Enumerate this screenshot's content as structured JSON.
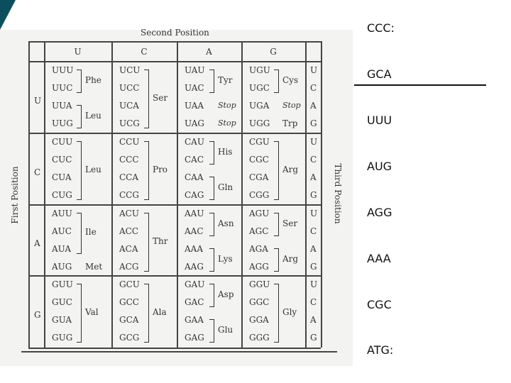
{
  "table": {
    "title": "Second Position",
    "first_label": "First Position",
    "third_label": "Third Position",
    "columns": [
      "U",
      "C",
      "A",
      "G"
    ],
    "rows": [
      "U",
      "C",
      "A",
      "G"
    ],
    "third_letters": [
      "U",
      "C",
      "A",
      "G"
    ],
    "cells": [
      [
        {
          "codons": [
            "UUU",
            "UUC",
            "UUA",
            "UUG"
          ],
          "aa": [
            {
              "name": "Phe",
              "span": [
                0,
                1
              ]
            },
            {
              "name": "Leu",
              "span": [
                2,
                3
              ]
            }
          ]
        },
        {
          "codons": [
            "UCU",
            "UCC",
            "UCA",
            "UCG"
          ],
          "aa": [
            {
              "name": "Ser",
              "span": [
                0,
                3
              ]
            }
          ]
        },
        {
          "codons": [
            "UAU",
            "UAC",
            "UAA",
            "UAG"
          ],
          "aa": [
            {
              "name": "Tyr",
              "span": [
                0,
                1
              ]
            },
            {
              "name": "Stop",
              "single": 2,
              "stop": true
            },
            {
              "name": "Stop",
              "single": 3,
              "stop": true
            }
          ]
        },
        {
          "codons": [
            "UGU",
            "UGC",
            "UGA",
            "UGG"
          ],
          "aa": [
            {
              "name": "Cys",
              "span": [
                0,
                1
              ]
            },
            {
              "name": "Stop",
              "single": 2,
              "stop": true
            },
            {
              "name": "Trp",
              "single": 3
            }
          ]
        }
      ],
      [
        {
          "codons": [
            "CUU",
            "CUC",
            "CUA",
            "CUG"
          ],
          "aa": [
            {
              "name": "Leu",
              "span": [
                0,
                3
              ]
            }
          ]
        },
        {
          "codons": [
            "CCU",
            "CCC",
            "CCA",
            "CCG"
          ],
          "aa": [
            {
              "name": "Pro",
              "span": [
                0,
                3
              ]
            }
          ]
        },
        {
          "codons": [
            "CAU",
            "CAC",
            "CAA",
            "CAG"
          ],
          "aa": [
            {
              "name": "His",
              "span": [
                0,
                1
              ]
            },
            {
              "name": "Gln",
              "span": [
                2,
                3
              ]
            }
          ]
        },
        {
          "codons": [
            "CGU",
            "CGC",
            "CGA",
            "CGG"
          ],
          "aa": [
            {
              "name": "Arg",
              "span": [
                0,
                3
              ]
            }
          ]
        }
      ],
      [
        {
          "codons": [
            "AUU",
            "AUC",
            "AUA",
            "AUG"
          ],
          "aa": [
            {
              "name": "Ile",
              "span": [
                0,
                2
              ]
            },
            {
              "name": "Met",
              "single": 3
            }
          ]
        },
        {
          "codons": [
            "ACU",
            "ACC",
            "ACA",
            "ACG"
          ],
          "aa": [
            {
              "name": "Thr",
              "span": [
                0,
                3
              ]
            }
          ]
        },
        {
          "codons": [
            "AAU",
            "AAC",
            "AAA",
            "AAG"
          ],
          "aa": [
            {
              "name": "Asn",
              "span": [
                0,
                1
              ]
            },
            {
              "name": "Lys",
              "span": [
                2,
                3
              ]
            }
          ]
        },
        {
          "codons": [
            "AGU",
            "AGC",
            "AGA",
            "AGG"
          ],
          "aa": [
            {
              "name": "Ser",
              "span": [
                0,
                1
              ]
            },
            {
              "name": "Arg",
              "span": [
                2,
                3
              ]
            }
          ]
        }
      ],
      [
        {
          "codons": [
            "GUU",
            "GUC",
            "GUA",
            "GUG"
          ],
          "aa": [
            {
              "name": "Val",
              "span": [
                0,
                3
              ]
            }
          ]
        },
        {
          "codons": [
            "GCU",
            "GCC",
            "GCA",
            "GCG"
          ],
          "aa": [
            {
              "name": "Ala",
              "span": [
                0,
                3
              ]
            }
          ]
        },
        {
          "codons": [
            "GAU",
            "GAC",
            "GAA",
            "GAG"
          ],
          "aa": [
            {
              "name": "Asp",
              "span": [
                0,
                1
              ]
            },
            {
              "name": "Glu",
              "span": [
                2,
                3
              ]
            }
          ]
        },
        {
          "codons": [
            "GGU",
            "GGC",
            "GGA",
            "GGG"
          ],
          "aa": [
            {
              "name": "Gly",
              "span": [
                0,
                3
              ]
            }
          ]
        }
      ]
    ]
  },
  "codon_list": [
    "CCC:",
    "GCA",
    "UUU",
    "AUG",
    "AGG",
    "AAA",
    "CGC",
    "ATG:"
  ],
  "colors": {
    "corner": "#0b4f5e",
    "ink": "#333333",
    "text": "#111111"
  }
}
